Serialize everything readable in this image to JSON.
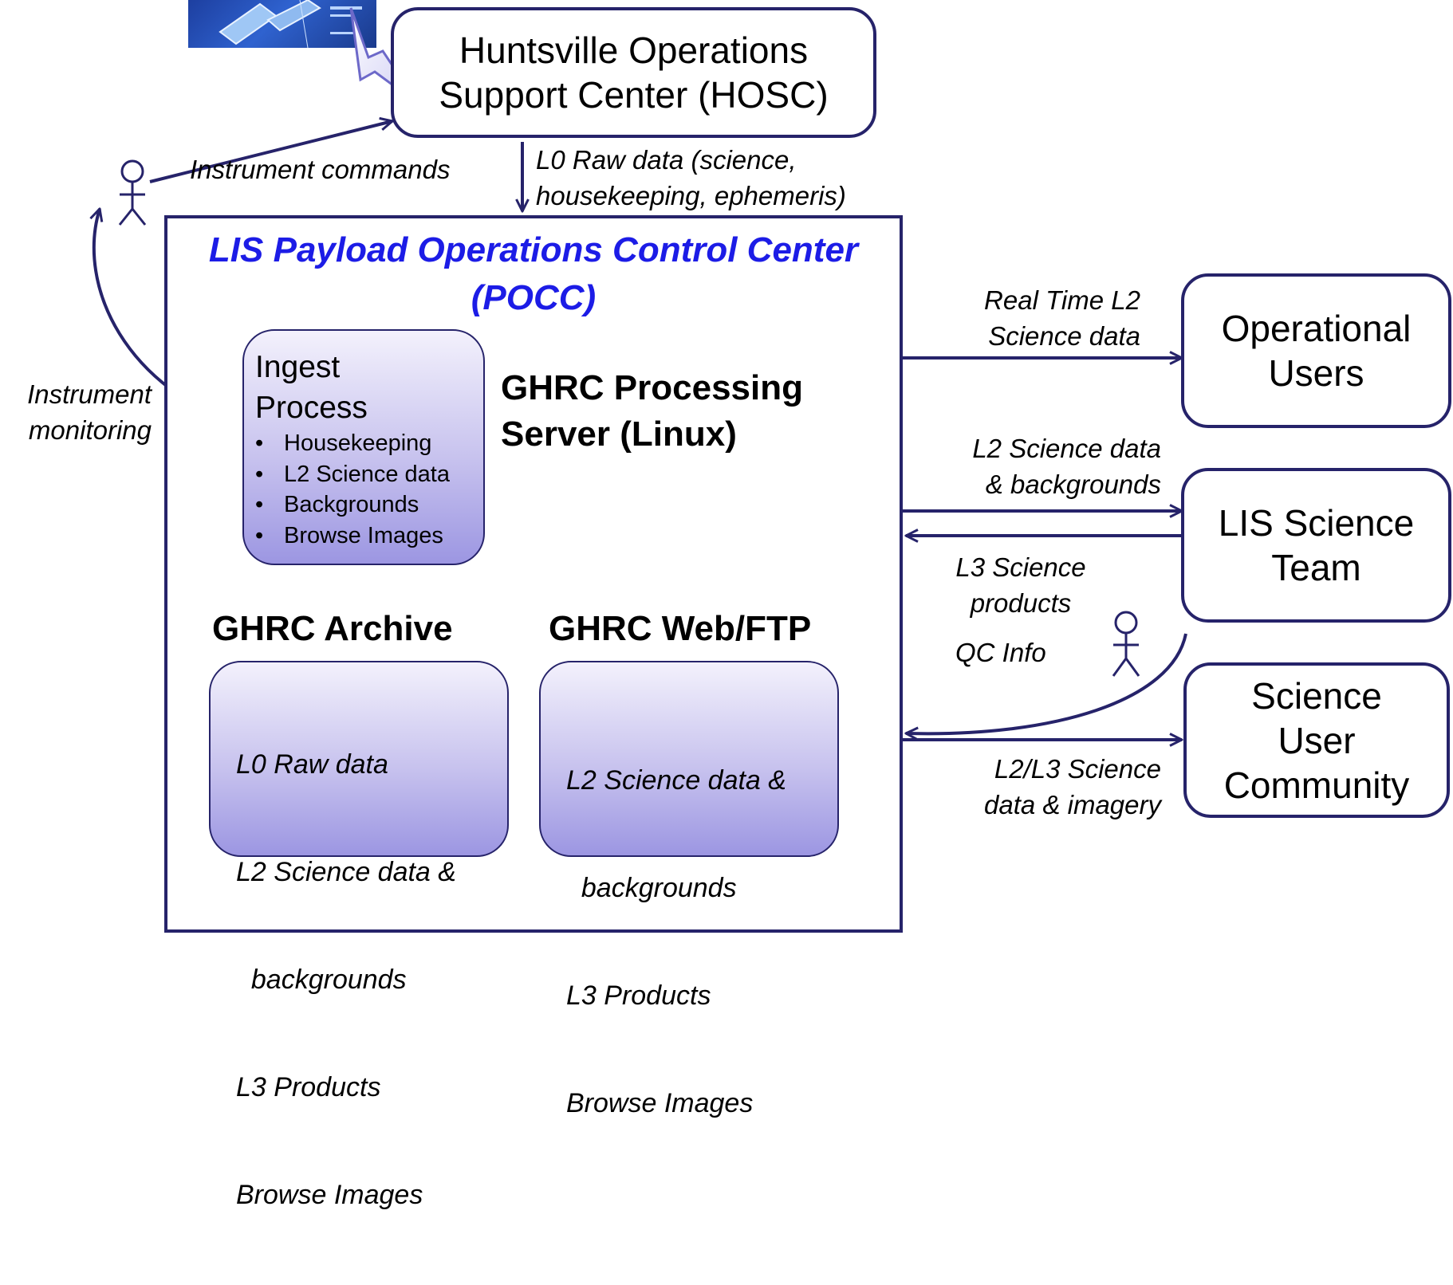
{
  "colors": {
    "border": "#26236a",
    "pocc_title": "#1c1ce6",
    "light_arrow": "#8a86d8",
    "box_gradient_top": "#f3f1fc",
    "box_gradient_bottom": "#9c96e2"
  },
  "hosc": {
    "line1": "Huntsville Operations",
    "line2": "Support Center (HOSC)"
  },
  "pocc": {
    "title_line1": "LIS Payload Operations Control Center",
    "title_line2": "(POCC)"
  },
  "ingest": {
    "title_line1": "Ingest",
    "title_line2": "Process",
    "items": [
      "Housekeeping",
      "L2 Science data",
      "Backgrounds",
      "Browse Images"
    ]
  },
  "server": {
    "line1": "GHRC Processing",
    "line2": "Server (Linux)"
  },
  "archive": {
    "heading": "GHRC Archive",
    "items": [
      "L0 Raw data",
      "L2 Science data &",
      "  backgrounds",
      "L3 Products",
      "Browse Images"
    ]
  },
  "webftp": {
    "heading": "GHRC Web/FTP",
    "items": [
      "L2 Science data &",
      "  backgrounds",
      "L3 Products",
      "Browse Images"
    ]
  },
  "operational_users": {
    "line1": "Operational",
    "line2": "Users"
  },
  "science_team": {
    "line1": "LIS Science",
    "line2": "Team"
  },
  "community": {
    "line1": "Science",
    "line2": "User",
    "line3": "Community"
  },
  "labels": {
    "instrument_commands": "Instrument commands",
    "l0_raw_line1": "L0 Raw data (science,",
    "l0_raw_line2": "housekeeping, ephemeris)",
    "instrument_monitoring_line1": "Instrument",
    "instrument_monitoring_line2": "monitoring",
    "realtime_line1": "Real Time L2",
    "realtime_line2": "Science data",
    "l2_bg_line1": "L2 Science data",
    "l2_bg_line2": "& backgrounds",
    "l3_line1": "L3 Science",
    "l3_line2": "products",
    "qc_info": "QC Info",
    "l2l3_line1": "L2/L3 Science",
    "l2l3_line2": "data & imagery"
  },
  "icons": {
    "satellite": "satellite-image-icon",
    "lightning": "lightning-bolt-icon",
    "operator": "stick-figure-icon"
  }
}
